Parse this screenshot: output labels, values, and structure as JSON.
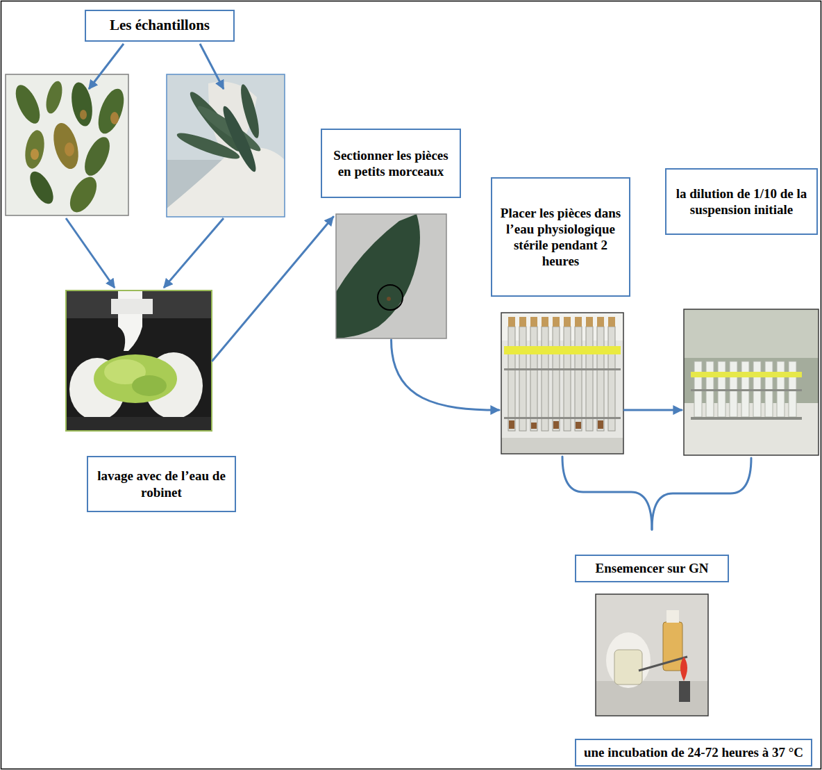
{
  "diagram": {
    "nodes": [
      {
        "text": [
          "Les échantillons"
        ]
      },
      {
        "text": [
          "lavage avec de l’eau de robinet"
        ]
      },
      {
        "text": [
          "Sectionner les pièces en petits morceaux"
        ]
      },
      {
        "text": [
          "Placer les pièces dans l’eau physiologique stérile pendant 2 heures"
        ]
      },
      {
        "text": [
          "la dilution de 1/10 de la suspension initiale"
        ]
      },
      {
        "text": [
          "Ensemencer sur GN",
          "une incubation de 24-72 heures à 37 °C"
        ]
      }
    ],
    "edges": [
      {
        "from": 1,
        "to": 2,
        "arrow": "to"
      },
      {
        "from": 2,
        "to": 3,
        "arrow": "to"
      },
      {
        "from": 3,
        "to": 4,
        "arrow": "to"
      },
      {
        "from": 3,
        "to": 5,
        "arrow": "none"
      },
      {
        "from": 4,
        "to": 5,
        "arrow": "none"
      }
    ]
  }
}
